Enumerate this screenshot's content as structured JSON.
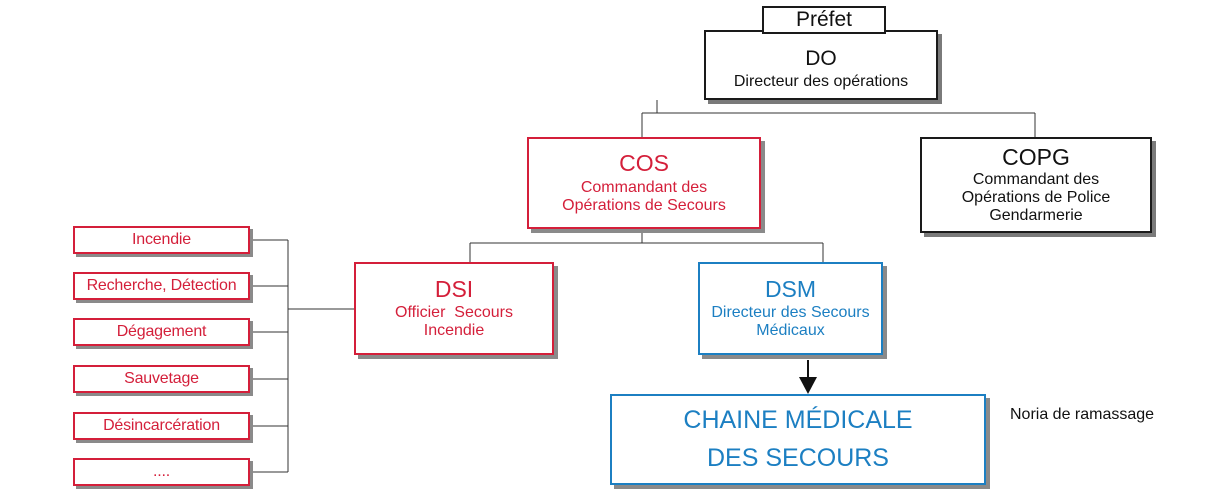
{
  "colors": {
    "black": "#1a1a1a",
    "red": "#d41f3a",
    "blue": "#1c7fc2",
    "shadow": "#8a8a8a"
  },
  "prefet": {
    "label": "Préfet"
  },
  "do": {
    "acronym": "DO",
    "title": "Directeur des opérations"
  },
  "cos": {
    "acronym": "COS",
    "line1": "Commandant des",
    "line2": "Opérations de Secours"
  },
  "copg": {
    "acronym": "COPG",
    "line1": "Commandant des",
    "line2": "Opérations de Police",
    "line3": "Gendarmerie"
  },
  "dsi": {
    "acronym": "DSI",
    "line1": "Officier  Secours",
    "line2": "Incendie"
  },
  "dsm": {
    "acronym": "DSM",
    "line1": "Directeur des Secours",
    "line2": "Médicaux"
  },
  "chaine": {
    "line1": "CHAINE MÉDICALE",
    "line2": "DES SECOURS"
  },
  "noria": {
    "label": "Noria de ramassage"
  },
  "tasks": [
    "Incendie",
    "Recherche, Détection",
    "Dégagement",
    "Sauvetage",
    "Désincarcération",
    "...."
  ]
}
